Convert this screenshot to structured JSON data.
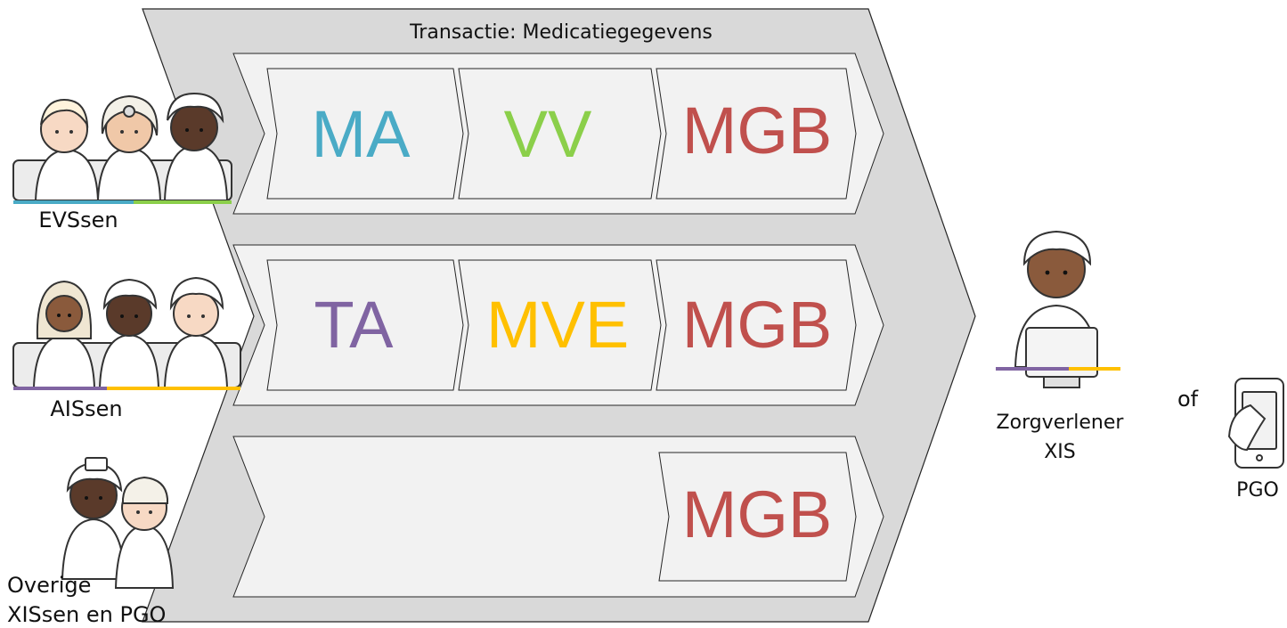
{
  "transaction_title": "Transactie: Medicatiegegevens",
  "rows": [
    {
      "source_label": "EVSsen",
      "blocks": [
        {
          "code": "MA",
          "color": "#4aabc6"
        },
        {
          "code": "VV",
          "color": "#8bcf4a"
        },
        {
          "code": "MGB",
          "color": "#c0504d"
        }
      ]
    },
    {
      "source_label": "AISsen",
      "blocks": [
        {
          "code": "TA",
          "color": "#8064a2"
        },
        {
          "code": "MVE",
          "color": "#ffc000"
        },
        {
          "code": "MGB",
          "color": "#c0504d"
        }
      ]
    },
    {
      "source_label_line1": "Overige",
      "source_label_line2": "XISsen en PGO",
      "blocks": [
        {
          "code": "MGB",
          "color": "#c0504d"
        }
      ]
    }
  ],
  "receiver": {
    "line1": "Zorgverlener",
    "line2": "XIS"
  },
  "or_label": "of",
  "pgo_label": "PGO",
  "colors": {
    "big_arrow_fill": "#d9d9d9",
    "row_fill": "#f2f2f2",
    "stroke": "#262626"
  },
  "icons": [
    "doctor-group-icon",
    "pharmacist-group-icon",
    "other-care-group-icon",
    "healthcare-provider-laptop-icon",
    "smartphone-hand-icon"
  ]
}
